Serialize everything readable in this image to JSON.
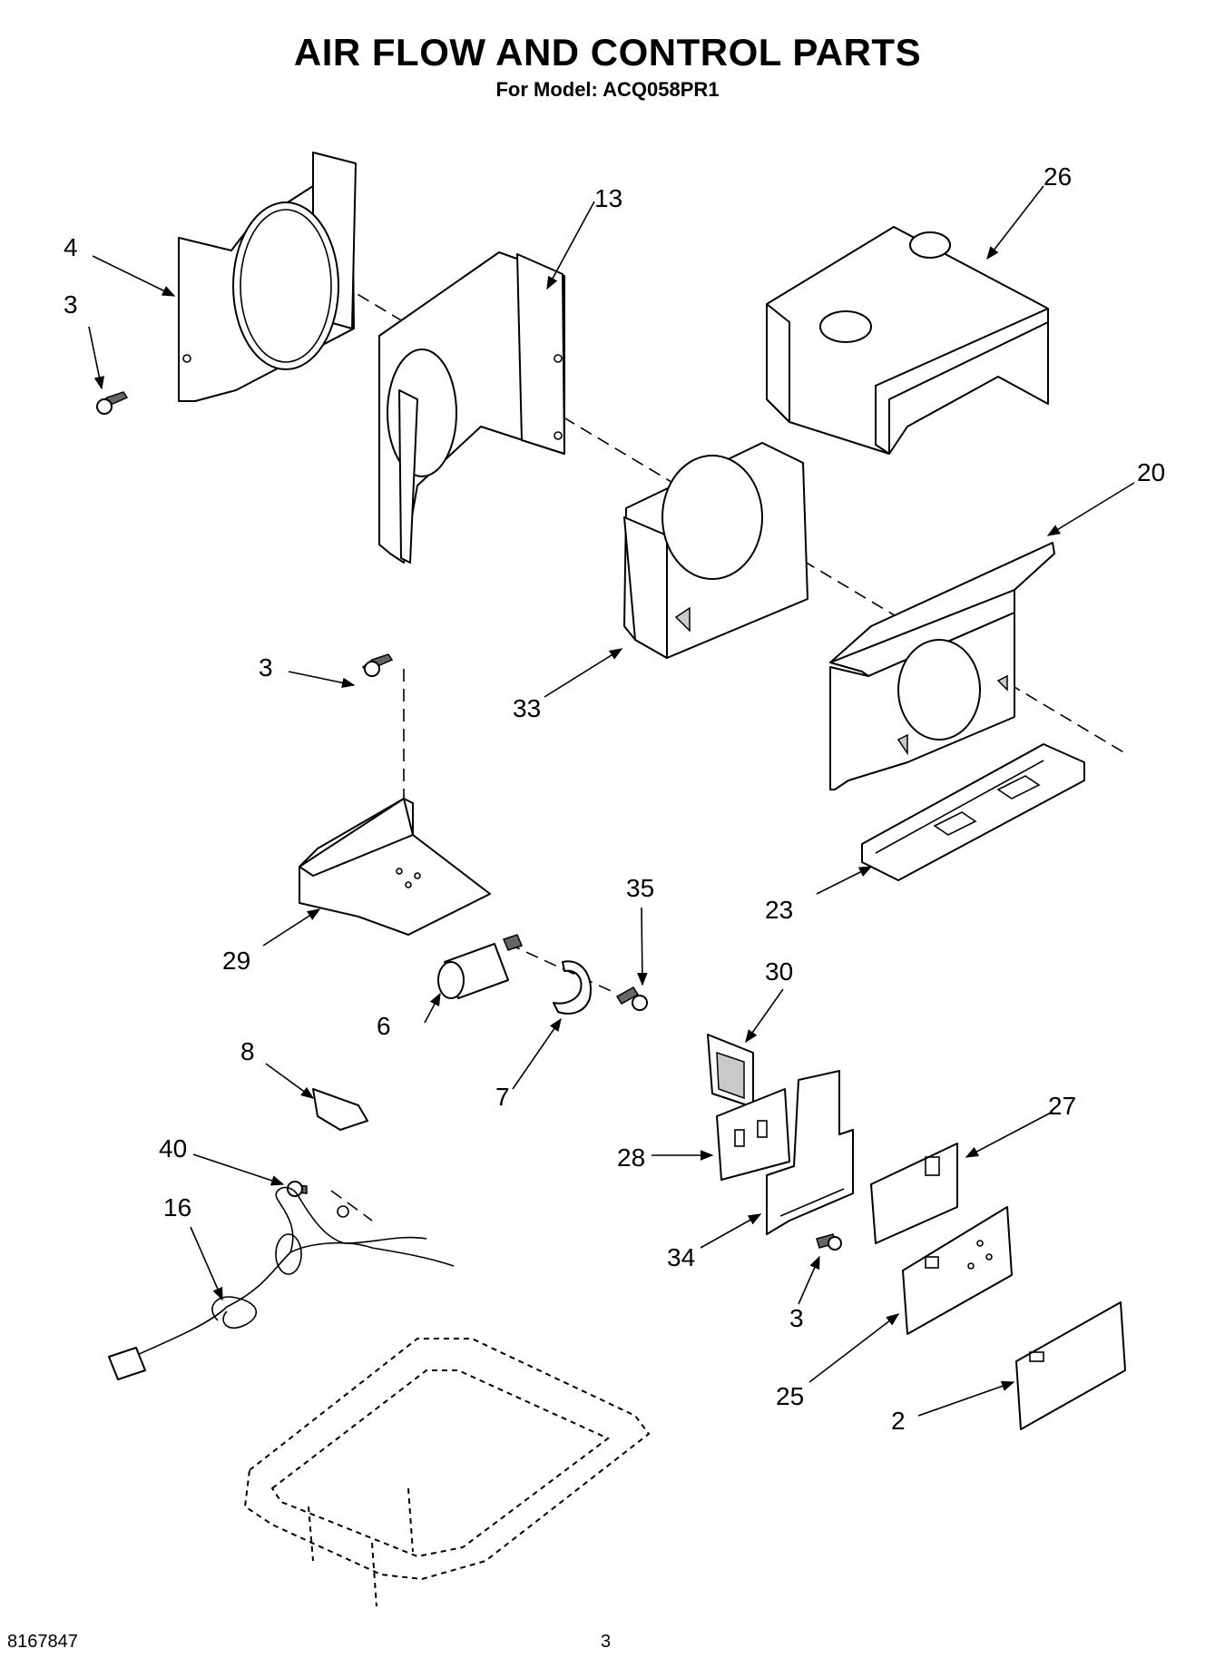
{
  "title": "AIR FLOW AND CONTROL PARTS",
  "subtitle": "For Model: ACQ058PR1",
  "doc_number": "8167847",
  "page_number": "3",
  "callouts": {
    "c4": "4",
    "c3a": "3",
    "c13": "13",
    "c26": "26",
    "c20": "20",
    "c33": "33",
    "c3b": "3",
    "c23": "23",
    "c35": "35",
    "c29": "29",
    "c6": "6",
    "c30": "30",
    "c8": "8",
    "c7": "7",
    "c27": "27",
    "c40": "40",
    "c28": "28",
    "c16": "16",
    "c34": "34",
    "c3c": "3",
    "c25": "25",
    "c2": "2"
  }
}
